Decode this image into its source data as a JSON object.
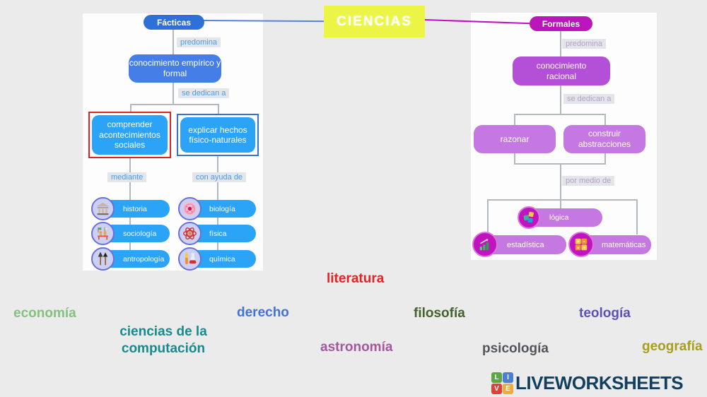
{
  "title": {
    "label": "CIENCIAS",
    "bg": "#ecf545",
    "text_color": "#ffffff"
  },
  "links": {
    "left_color": "#5a82d8",
    "right_color": "#bf10c4"
  },
  "facticas": {
    "root": "Fácticas",
    "root_color": "#2e6fd8",
    "predomina": "predomina",
    "knowledge": "conocimiento empírico y formal",
    "se_dedican": "se dedican a",
    "goal_social": "comprender acontecimientos sociales",
    "goal_social_outline": "#e02222",
    "goal_natural": "explicar hechos físico-naturales",
    "goal_natural_outline": "#3a70d2",
    "mediante": "mediante",
    "con_ayuda": "con ayuda de",
    "items_social": [
      {
        "label": "historia",
        "icon": "temple-icon"
      },
      {
        "label": "sociología",
        "icon": "people-flags-icon"
      },
      {
        "label": "antropología",
        "icon": "axes-icon"
      }
    ],
    "items_natural": [
      {
        "label": "biología",
        "icon": "cell-icon"
      },
      {
        "label": "física",
        "icon": "atom-icon"
      },
      {
        "label": "química",
        "icon": "flasks-icon"
      }
    ]
  },
  "formales": {
    "root": "Formales",
    "root_color": "#bb16bb",
    "predomina": "predomina",
    "knowledge": "conocimiento racional",
    "se_dedican": "se dedican a",
    "action_left": "razonar",
    "action_right": "construir abstracciones",
    "por_medio": "por medio de",
    "logic": {
      "label": "lógica",
      "icon": "puzzle-icon"
    },
    "items": [
      {
        "label": "estadística",
        "icon": "bar-chart-icon"
      },
      {
        "label": "matemáticas",
        "icon": "math-symbols-icon"
      }
    ]
  },
  "word_bank": [
    {
      "label": "literatura",
      "color": "#e52421"
    },
    {
      "label": "economía",
      "color": "#85c17e"
    },
    {
      "label": "derecho",
      "color": "#4473d8"
    },
    {
      "label": "filosofía",
      "color": "#44622c"
    },
    {
      "label": "teología",
      "color": "#5c51b7"
    },
    {
      "label": "ciencias de la computación",
      "color": "#178b8c"
    },
    {
      "label": "astronomía",
      "color": "#a6569e"
    },
    {
      "label": "psicología",
      "color": "#50565a"
    },
    {
      "label": "geografía",
      "color": "#a89d1d"
    }
  ],
  "logo": {
    "text": "LIVEWORKSHEETS",
    "text_color": "#123f5f",
    "tiles": [
      {
        "letter": "L",
        "color": "#5aa743"
      },
      {
        "letter": "I",
        "color": "#4a7fd4"
      },
      {
        "letter": "V",
        "color": "#e04038"
      },
      {
        "letter": "E",
        "color": "#f0a93c"
      }
    ]
  }
}
